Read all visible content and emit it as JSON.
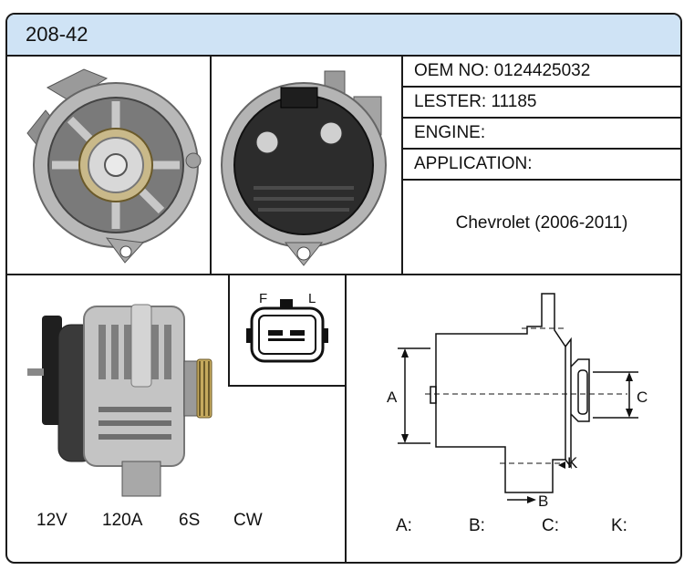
{
  "header": {
    "code": "208-42",
    "background": "#cfe3f5"
  },
  "specs": {
    "oem_label": "OEM NO: 0124425032",
    "lester_label": "LESTER: 11185",
    "engine_label": "ENGINE:",
    "application_label": "APPLICATION:",
    "application_value": "Chevrolet (2006-2011)"
  },
  "ratings": {
    "voltage": "12V",
    "amperage": "120A",
    "pulley": "6S",
    "rotation": "CW"
  },
  "connector": {
    "left_pin": "F",
    "right_pin": "L"
  },
  "dimensions": {
    "a_label": "A",
    "b_label": "B",
    "c_label": "C",
    "k_label": "K",
    "a_value": "A:",
    "b_value": "B:",
    "c_value": "C:",
    "k_value": "K:"
  },
  "icons": [
    "alternator-front-photo",
    "alternator-rear-photo",
    "alternator-side-photo",
    "connector-plug-diagram",
    "dimension-drawing"
  ]
}
